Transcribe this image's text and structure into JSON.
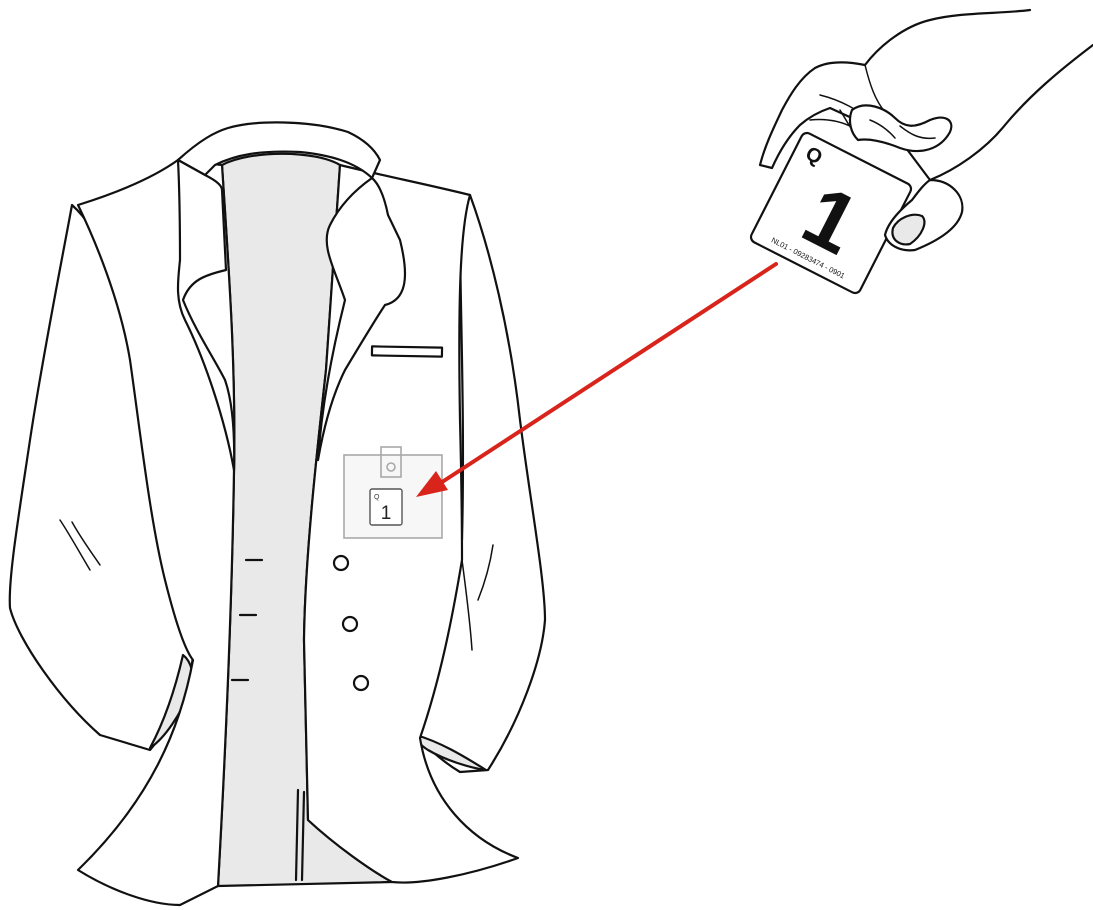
{
  "card": {
    "letter": "Q",
    "number": "1",
    "serial": "NL01 - 09283474 - 0901"
  },
  "badge": {
    "letter": "Q",
    "number": "1"
  },
  "colors": {
    "arrow": "#d9241c",
    "lining": "#e9e9e9",
    "badge_outline": "#a8a8a8",
    "ink": "#111111"
  }
}
